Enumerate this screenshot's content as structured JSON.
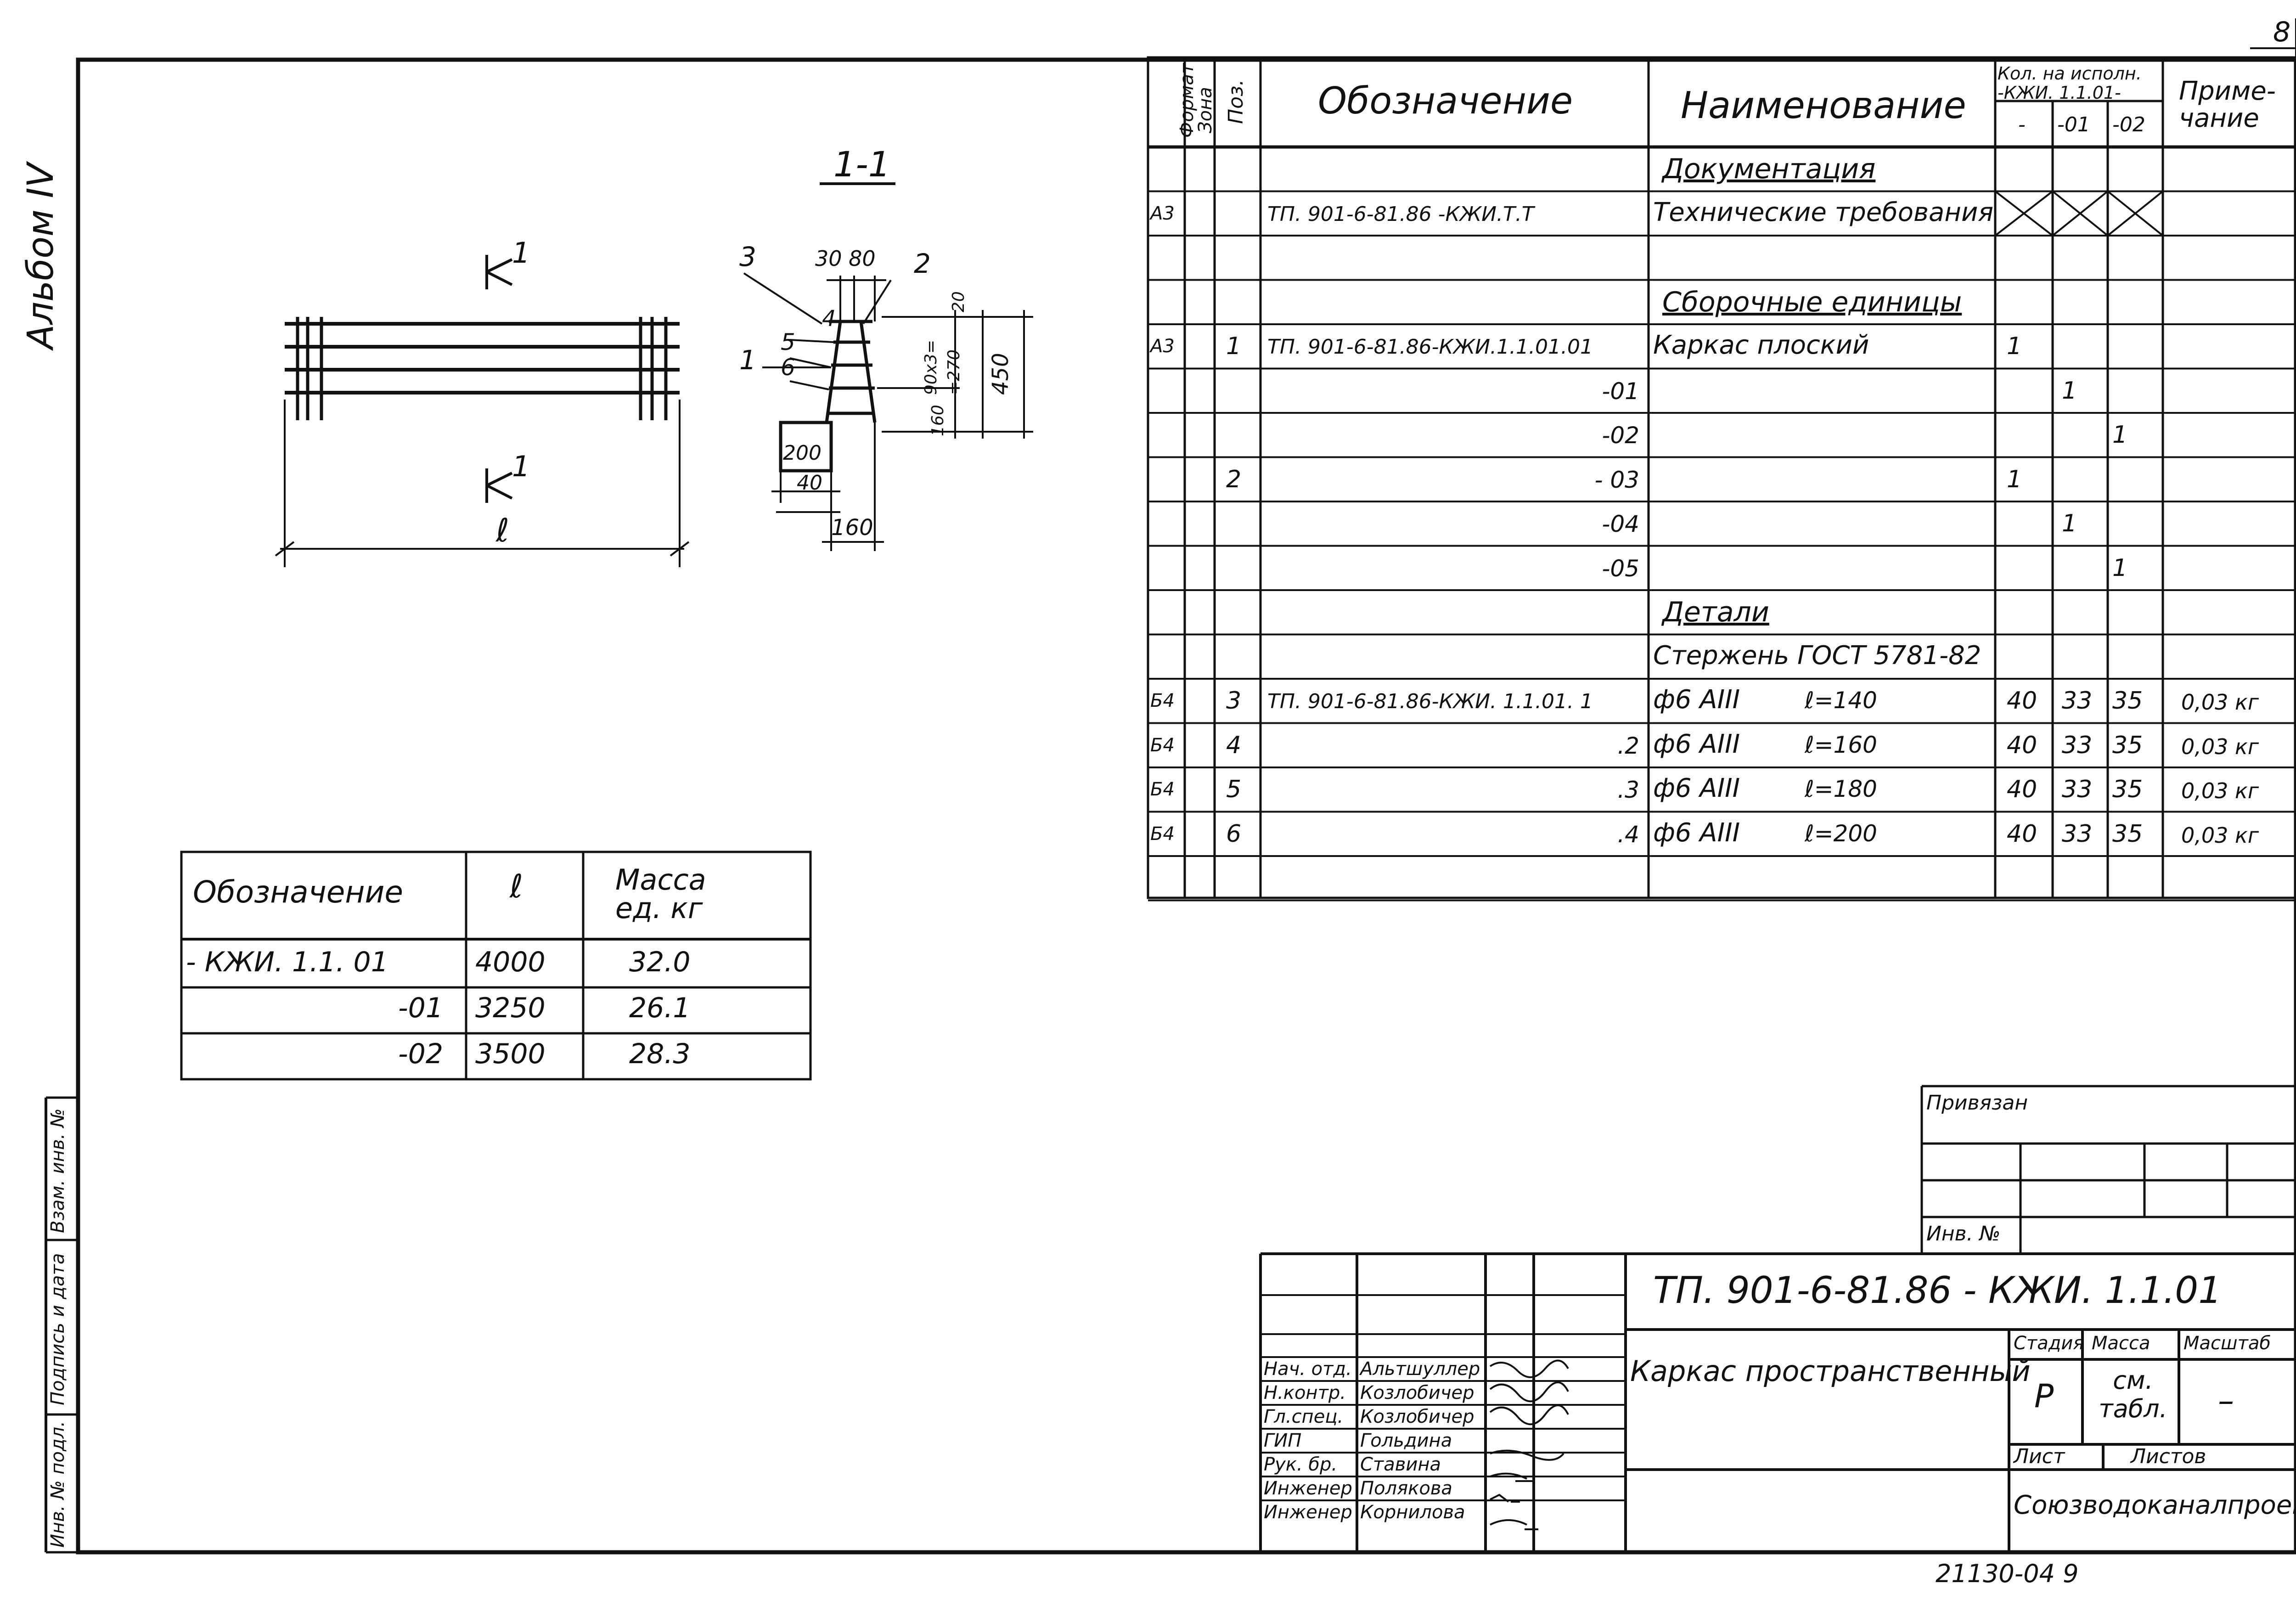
{
  "page_number": "8",
  "album_label": "Альбом IV",
  "margin_stamp": [
    "Инв. № подл.",
    "Подпись и дата",
    "Взам. инв. №"
  ],
  "section_title": "1-1",
  "section_marks": [
    "1",
    "1"
  ],
  "length_label": "ℓ",
  "section_dims": {
    "positions": [
      "3",
      "2",
      "4",
      "5",
      "1",
      "6"
    ],
    "top_dims": "30 80",
    "right_dims": [
      "20",
      "90х3=",
      "=270",
      "450",
      "160"
    ],
    "bottom_dims": [
      "200",
      "40",
      "160"
    ]
  },
  "spec": {
    "headers": {
      "format": "Формат",
      "zone": "Зона",
      "pos": "Поз.",
      "designation": "Обозначение",
      "name": "Наименование",
      "qty_group": "Кол. на исполн. -КЖИ. 1.1.01-",
      "qty_cols": [
        "-",
        "-01",
        "-02"
      ],
      "note": "Приме- чание"
    },
    "rows": [
      {
        "format": "",
        "pos": "",
        "designation": "",
        "name": "Документация",
        "q1": "",
        "q2": "",
        "q3": "",
        "note": "",
        "underline": true
      },
      {
        "format": "А3",
        "pos": "",
        "designation": "ТП. 901-6-81.86 -КЖИ.Т.Т",
        "name": "Технические требования",
        "q1": "",
        "q2": "",
        "q3": "",
        "note": "",
        "crossed": true
      },
      {
        "format": "",
        "pos": "",
        "designation": "",
        "name": "",
        "q1": "",
        "q2": "",
        "q3": "",
        "note": ""
      },
      {
        "format": "",
        "pos": "",
        "designation": "",
        "name": "Сборочные единицы",
        "q1": "",
        "q2": "",
        "q3": "",
        "note": "",
        "underline": true
      },
      {
        "format": "А3",
        "pos": "1",
        "designation": "ТП. 901-6-81.86-КЖИ.1.1.01.01",
        "name": "Каркас плоский",
        "q1": "1",
        "q2": "",
        "q3": "",
        "note": ""
      },
      {
        "format": "",
        "pos": "",
        "designation": "-01",
        "name": "",
        "q1": "",
        "q2": "1",
        "q3": "",
        "note": "",
        "right": true
      },
      {
        "format": "",
        "pos": "",
        "designation": "-02",
        "name": "",
        "q1": "",
        "q2": "",
        "q3": "1",
        "note": "",
        "right": true
      },
      {
        "format": "",
        "pos": "2",
        "designation": "- 03",
        "name": "",
        "q1": "1",
        "q2": "",
        "q3": "",
        "note": "",
        "right": true
      },
      {
        "format": "",
        "pos": "",
        "designation": "-04",
        "name": "",
        "q1": "",
        "q2": "1",
        "q3": "",
        "note": "",
        "right": true
      },
      {
        "format": "",
        "pos": "",
        "designation": "-05",
        "name": "",
        "q1": "",
        "q2": "",
        "q3": "1",
        "note": "",
        "right": true
      },
      {
        "format": "",
        "pos": "",
        "designation": "",
        "name": "Детали",
        "q1": "",
        "q2": "",
        "q3": "",
        "note": "",
        "underline": true
      },
      {
        "format": "",
        "pos": "",
        "designation": "",
        "name": "Стержень ГОСТ 5781-82",
        "q1": "",
        "q2": "",
        "q3": "",
        "note": ""
      },
      {
        "format": "Б4",
        "pos": "3",
        "designation": "ТП. 901-6-81.86-КЖИ. 1.1.01.  1",
        "name": "ф6 АIII",
        "length": "ℓ=140",
        "q1": "40",
        "q2": "33",
        "q3": "35",
        "note": "0,03 кг"
      },
      {
        "format": "Б4",
        "pos": "4",
        "designation": ".2",
        "name": "ф6 АIII",
        "length": "ℓ=160",
        "q1": "40",
        "q2": "33",
        "q3": "35",
        "note": "0,03 кг",
        "right": true
      },
      {
        "format": "Б4",
        "pos": "5",
        "designation": ".3",
        "name": "ф6 АIII",
        "length": "ℓ=180",
        "q1": "40",
        "q2": "33",
        "q3": "35",
        "note": "0,03 кг",
        "right": true
      },
      {
        "format": "Б4",
        "pos": "6",
        "designation": ".4",
        "name": "ф6 АIII",
        "length": "ℓ=200",
        "q1": "40",
        "q2": "33",
        "q3": "35",
        "note": "0,03 кг",
        "right": true
      },
      {
        "format": "",
        "pos": "",
        "designation": "",
        "name": "",
        "q1": "",
        "q2": "",
        "q3": "",
        "note": ""
      }
    ]
  },
  "mass_table": {
    "headers": [
      "Обозначение",
      "ℓ",
      "Масса ед. кг"
    ],
    "rows": [
      [
        "- КЖИ. 1.1. 01",
        "4000",
        "32.0"
      ],
      [
        "-01",
        "3250",
        "26.1"
      ],
      [
        "-02",
        "3500",
        "28.3"
      ]
    ]
  },
  "binding_box": {
    "label": "Привязан",
    "inv_label": "Инв. №"
  },
  "title_block": {
    "code": "ТП. 901-6-81.86 - КЖИ. 1.1.01",
    "name": "Каркас пространственный",
    "stage_label": "Стадия",
    "mass_label": "Масса",
    "scale_label": "Масштаб",
    "stage_value": "Р",
    "mass_value": "см. табл.",
    "scale_value": "–",
    "sheet_label": "Лист",
    "sheets_label": "Листов",
    "organization": "Союзводоканалпроект",
    "staff": [
      [
        "Нач. отд.",
        "Альтшуллер"
      ],
      [
        "Н.контр.",
        "Козлобичер"
      ],
      [
        "Гл.спец.",
        "Козлобичер"
      ],
      [
        "ГИП",
        "Гольдина"
      ],
      [
        "Рук. бр.",
        "Ставина"
      ],
      [
        "Инженер",
        "Полякова"
      ],
      [
        "Инженер",
        "Корнилова"
      ]
    ]
  },
  "footer_code": "21130-04   9"
}
